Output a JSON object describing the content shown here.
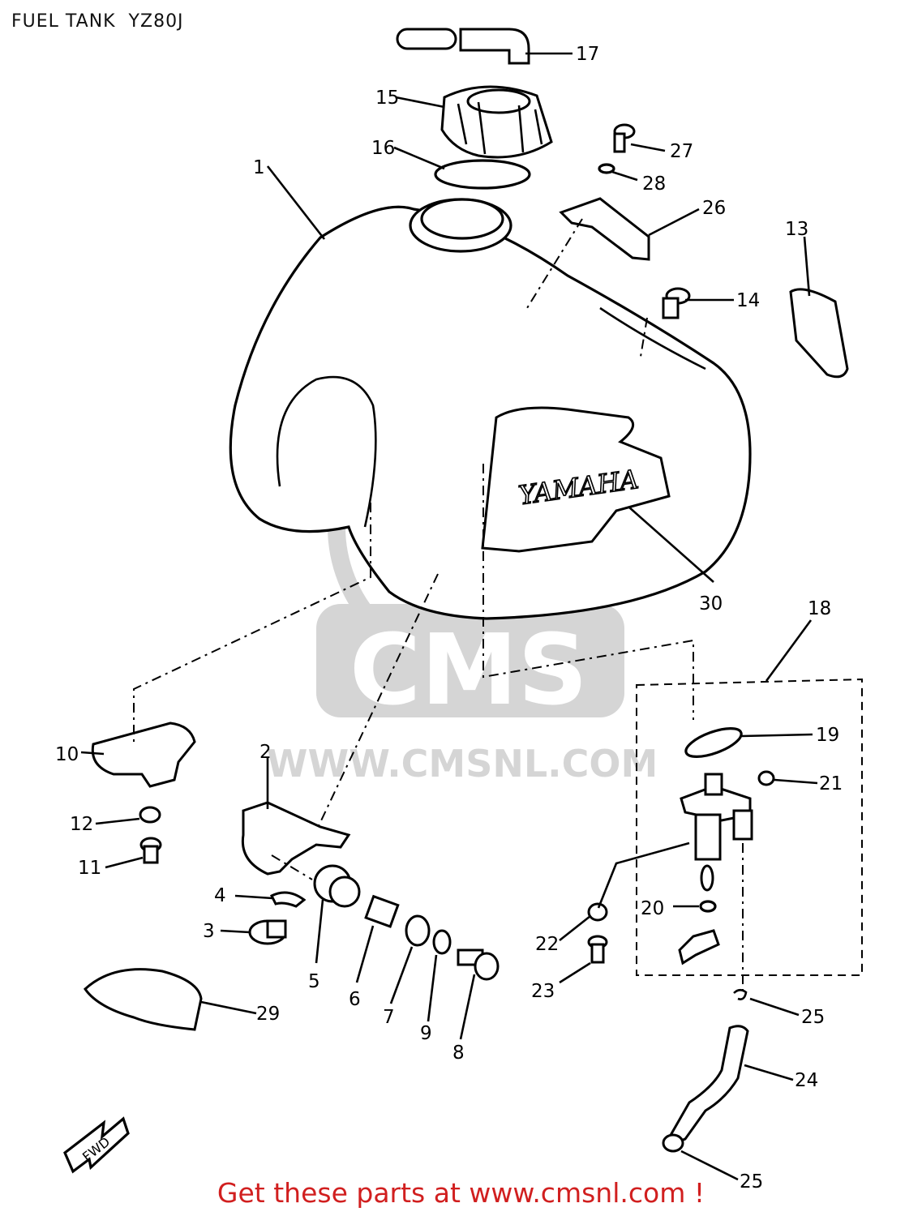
{
  "title": "FUEL TANK  YZ80J",
  "footer": "Get these parts at www.cmsnl.com !",
  "watermark": {
    "logo": "CMS",
    "url": "WWW.CMSNL.COM"
  },
  "tank_emblem": "YAMAHA",
  "direction_marker": "FWD",
  "callouts": {
    "c1": "1",
    "c2": "2",
    "c3": "3",
    "c4": "4",
    "c5": "5",
    "c6": "6",
    "c7": "7",
    "c8": "8",
    "c9": "9",
    "c10": "10",
    "c11": "11",
    "c12": "12",
    "c13": "13",
    "c14": "14",
    "c15": "15",
    "c16": "16",
    "c17": "17",
    "c18": "18",
    "c19": "19",
    "c20": "20",
    "c21": "21",
    "c22": "22",
    "c23": "23",
    "c24": "24",
    "c25a": "25",
    "c25b": "25",
    "c26": "26",
    "c27": "27",
    "c28": "28",
    "c29": "29",
    "c30": "30"
  }
}
